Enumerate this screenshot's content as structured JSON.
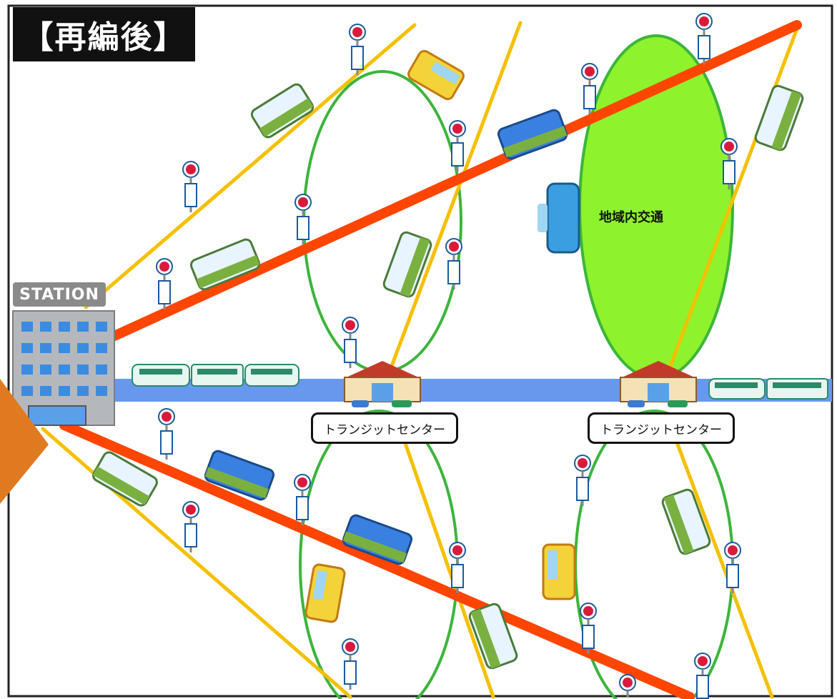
{
  "title": "【再編後】",
  "station": {
    "sign": "STATION"
  },
  "transit_centers": [
    {
      "label": "トランジットセンター"
    },
    {
      "label": "トランジットセンター"
    }
  ],
  "area": {
    "label": "地域内交通"
  },
  "colors": {
    "trunk_line": "#ff4500",
    "branch_line": "#f5c000",
    "loop_line": "#3cb53c",
    "area_fill": "#8ef22c",
    "rail": "#6699ee",
    "bus_stop": "#d81b3c"
  }
}
